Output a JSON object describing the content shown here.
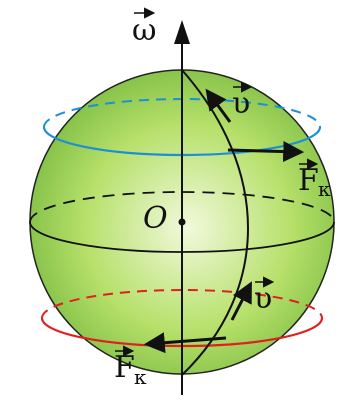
{
  "labels": {
    "omega": "ω",
    "origin": "O",
    "v_north": "υ",
    "f_north": "F",
    "f_north_sub": "к",
    "v_south": "υ",
    "f_south": "F",
    "f_south_sub": "к"
  },
  "colors": {
    "sphere_light": "#f1f9dc",
    "sphere_mid": "#b6e06a",
    "sphere_dark": "#6fb43a",
    "northern_circle": "#1e8fd6",
    "southern_circle": "#e02020",
    "lines": "#111111"
  }
}
